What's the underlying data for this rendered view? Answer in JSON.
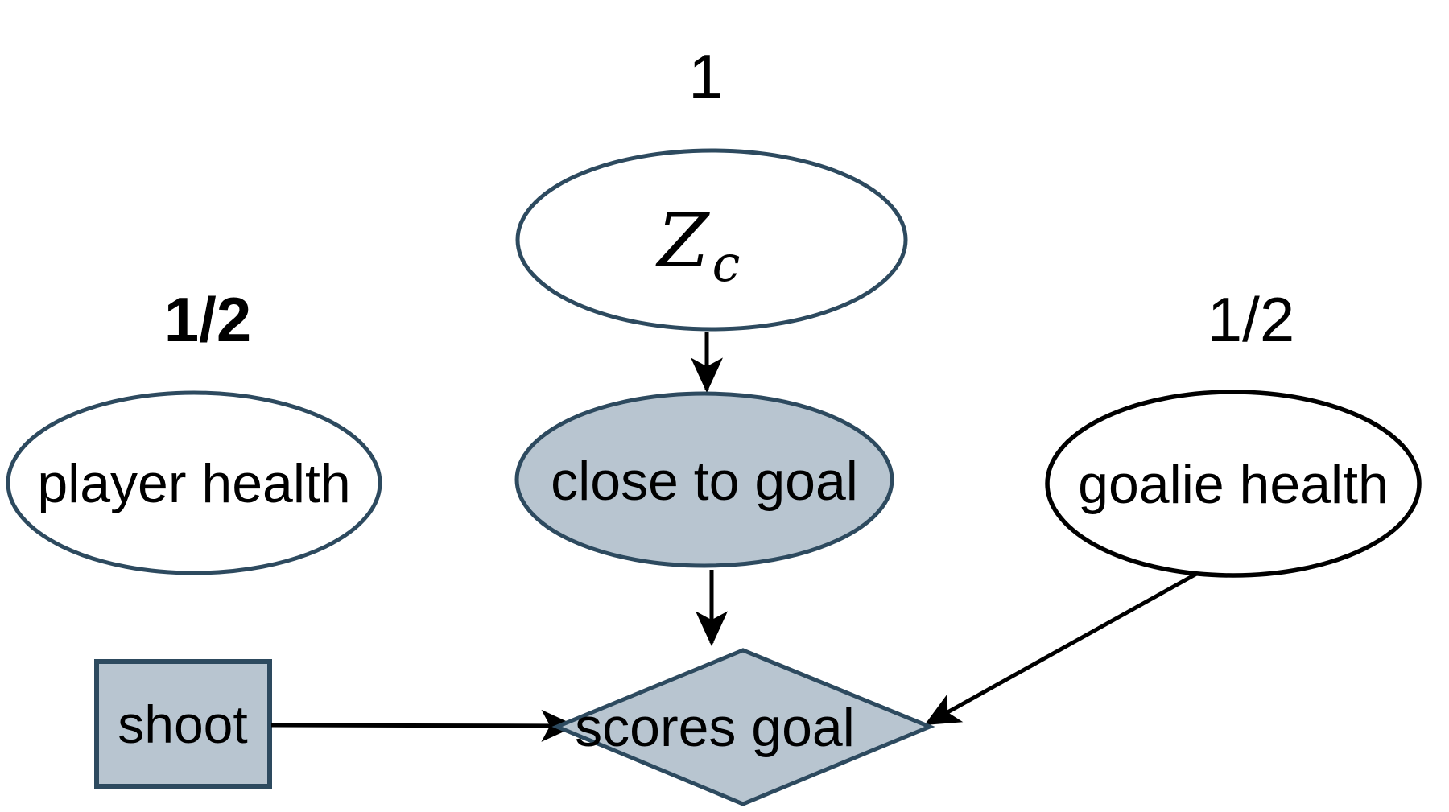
{
  "diagram": {
    "type": "causal-graph",
    "colors": {
      "background": "#ffffff",
      "shaded_fill": "#b8c5d0",
      "plain_fill": "#ffffff",
      "slate_stroke": "#2d4a5f",
      "black_stroke": "#000000",
      "text": "#000000"
    },
    "nodes": {
      "zc": {
        "symbol": "Z",
        "subscript": "c",
        "shape": "ellipse",
        "shaded": false,
        "annotation": "1"
      },
      "player_health": {
        "label": "player health",
        "shape": "ellipse",
        "shaded": false,
        "annotation": "1/2"
      },
      "close_to_goal": {
        "label": "close to goal",
        "shape": "ellipse",
        "shaded": true
      },
      "goalie_health": {
        "label": "goalie health",
        "shape": "ellipse",
        "shaded": false,
        "annotation": "1/2"
      },
      "shoot": {
        "label": "shoot",
        "shape": "rectangle",
        "shaded": true
      },
      "scores_goal": {
        "label": "scores goal",
        "shape": "diamond",
        "shaded": true
      }
    },
    "edges": [
      {
        "from": "zc",
        "to": "close_to_goal"
      },
      {
        "from": "close_to_goal",
        "to": "scores_goal"
      },
      {
        "from": "shoot",
        "to": "scores_goal"
      },
      {
        "from": "goalie_health",
        "to": "scores_goal"
      }
    ]
  }
}
